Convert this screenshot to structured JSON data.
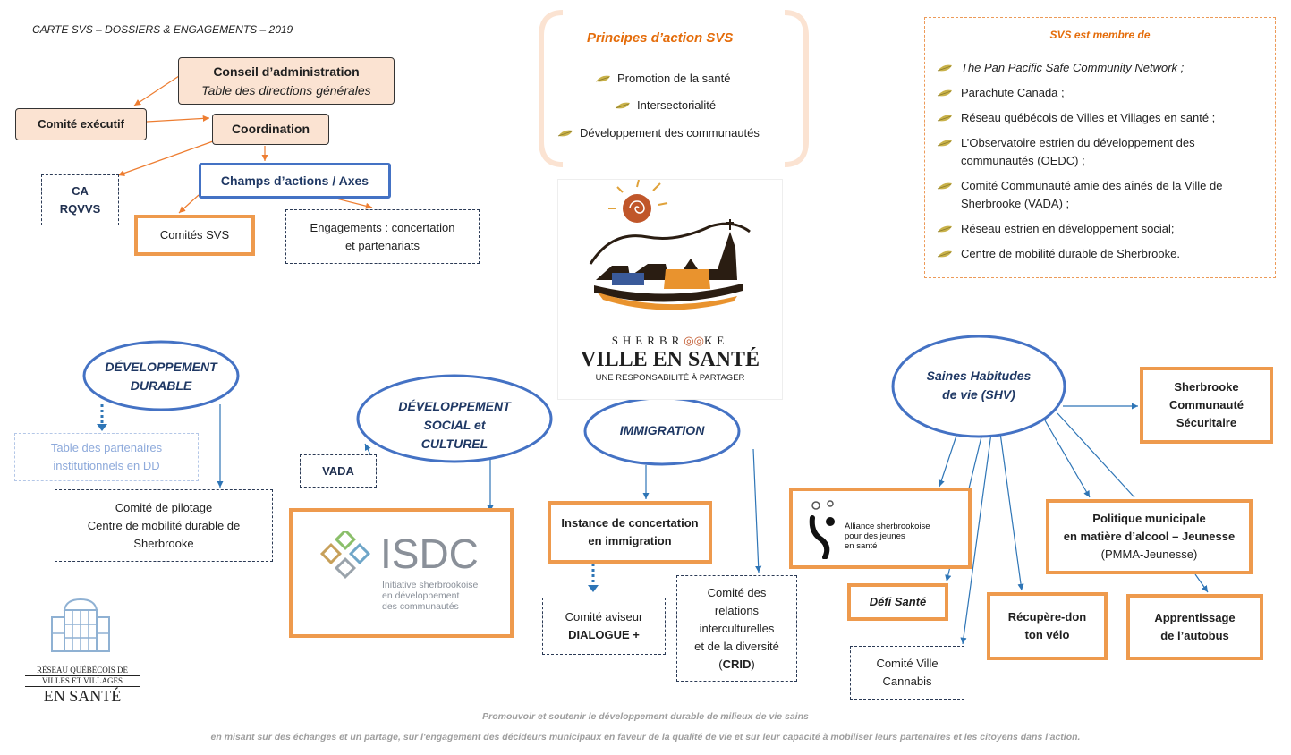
{
  "header": {
    "title": "CARTE SVS – DOSSIERS & ENGAGEMENTS – 2019"
  },
  "structure": {
    "board": {
      "title": "Conseil d’administration",
      "subtitle": "Table des directions générales"
    },
    "executive": "Comité exécutif",
    "coordination": "Coordination",
    "ca_line1": "CA",
    "ca_line2": "RQVVS",
    "axes": "Champs d’actions / Axes",
    "committees": "Comités SVS",
    "engagements_line1": "Engagements : concertation",
    "engagements_line2": "et partenariats"
  },
  "principles": {
    "title": "Principes d’action SVS",
    "items": [
      "Promotion de la santé",
      "Intersectorialité",
      "Développement des communautés"
    ]
  },
  "membership": {
    "title": "SVS est membre de",
    "items": [
      "The Pan Pacific Safe Community Network ;",
      "Parachute Canada ;",
      "Réseau québécois de Villes et Villages en santé ;",
      "L’Observatoire estrien du développement des communautés (OEDC) ;",
      "Comité Communauté amie des aînés  de la Ville de Sherbrooke (VADA) ;",
      "Réseau estrien en développement social;",
      "Centre de mobilité durable de Sherbrooke."
    ]
  },
  "logo": {
    "line1": "SHERBR",
    "line1b": "KE",
    "line2": "VILLE EN SANTÉ",
    "line3": "UNE RESPONSABILITÉ À PARTAGER"
  },
  "axes": {
    "dd": {
      "line1": "DÉVELOPPEMENT",
      "line2": "DURABLE"
    },
    "dsc": {
      "line1": "DÉVELOPPEMENT",
      "line2": "SOCIAL et",
      "line3": "CULTUREL"
    },
    "immigration": "IMMIGRATION",
    "shv": {
      "line1": "Saines Habitudes",
      "line2": "de vie (SHV)"
    }
  },
  "dd_items": {
    "table_line1": "Table des partenaires",
    "table_line2": "institutionnels en DD",
    "pilotage_line1": "Comité  de pilotage",
    "pilotage_line2": "Centre de mobilité durable de",
    "pilotage_line3": "Sherbrooke"
  },
  "dsc_items": {
    "vada": "VADA",
    "isdc_logo": "ISDC",
    "isdc_sub1": "Initiative sherbrookoise",
    "isdc_sub2": "en développement",
    "isdc_sub3": "des communautés"
  },
  "imm_items": {
    "instance_line1": "Instance de concertation",
    "instance_line2": "en immigration",
    "aviseur_line1": "Comité aviseur",
    "aviseur_line2": "DIALOGUE +",
    "crid_line1": "Comité des",
    "crid_line2": "relations",
    "crid_line3": "interculturelles",
    "crid_line4": "et de la diversité",
    "crid_line5_open": "(",
    "crid_line5_bold": "CRID",
    "crid_line5_close": ")"
  },
  "shv_items": {
    "secure_line1": "Sherbrooke",
    "secure_line2": "Communauté",
    "secure_line3": "Sécuritaire",
    "alliance_line1": "Alliance sherbrookoise",
    "alliance_line2": "pour des jeunes",
    "alliance_line3": "en santé",
    "defi": "Défi Santé",
    "cannabis_line1": "Comité Ville",
    "cannabis_line2": "Cannabis",
    "recupere_line1": "Récupère-don",
    "recupere_line2": "ton vélo",
    "politique_line1": "Politique municipale",
    "politique_line2": "en matière d’alcool – Jeunesse",
    "politique_line3": "(PMMA-Jeunesse)",
    "autobus_line1": "Apprentissage",
    "autobus_line2": "de l’autobus"
  },
  "rqvvs_logo": {
    "line1": "RÉSEAU QUÉBÉCOIS DE",
    "line2": "VILLES ET VILLAGES",
    "line3": "EN SANTÉ"
  },
  "footer": {
    "line1": "Promouvoir et soutenir le développement durable de milieux de vie sains",
    "line2": "en misant sur des échanges et un partage, sur l'engagement des décideurs municipaux en faveur de la qualité de vie et sur leur capacité à mobiliser leurs partenaires et les citoyens dans l'action."
  },
  "colors": {
    "orange": "#ee9a4d",
    "blue": "#4472c4",
    "navy": "#1f3864",
    "arrow_orange": "#ed7d31",
    "arrow_blue": "#2e75b6",
    "peach": "#fbe3d2"
  }
}
